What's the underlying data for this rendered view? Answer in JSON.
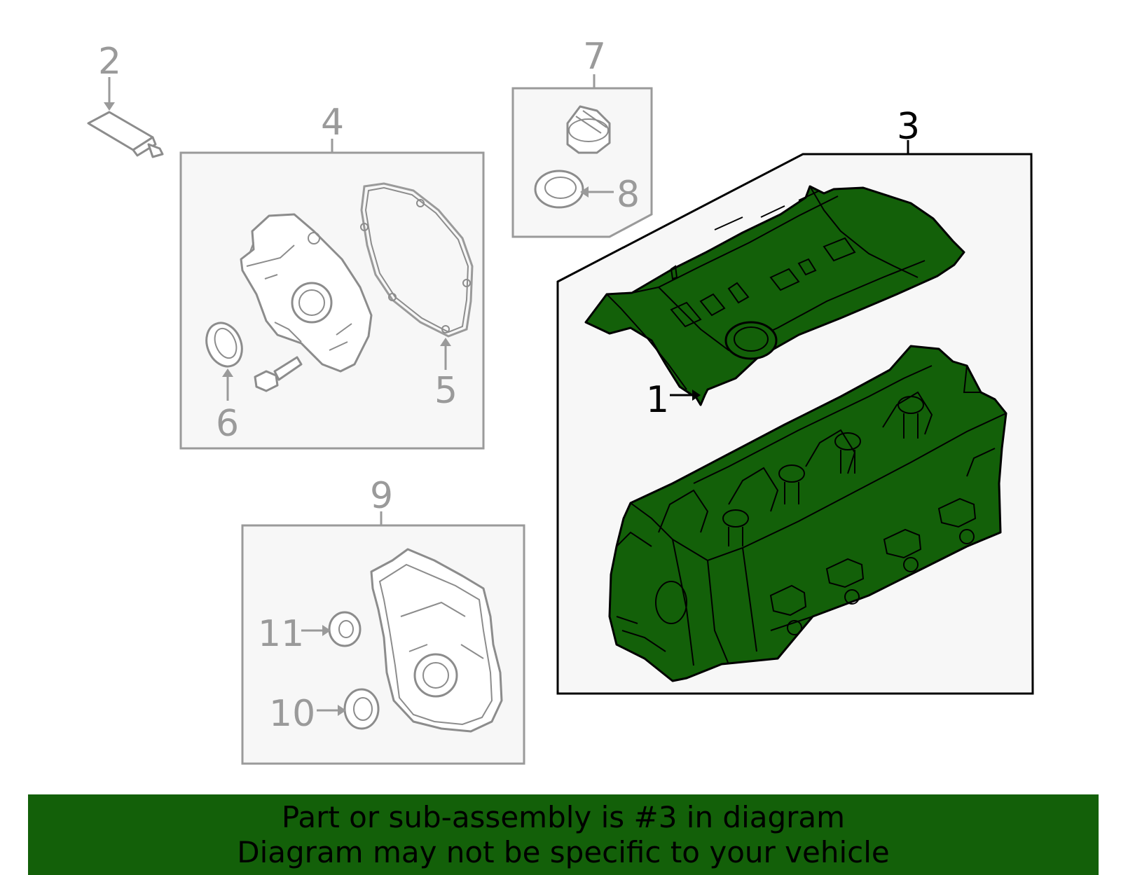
{
  "callouts": {
    "c1": "1",
    "c2": "2",
    "c3": "3",
    "c4": "4",
    "c5": "5",
    "c6": "6",
    "c7": "7",
    "c8": "8",
    "c9": "9",
    "c10": "10",
    "c11": "11"
  },
  "banner": {
    "line1": "Part or sub-assembly is #3 in diagram",
    "line2": "Diagram may not be specific to your vehicle"
  },
  "colors": {
    "highlight": "#136009",
    "outline_grey": "#9a9a9a",
    "box_fill": "#f7f7f7"
  }
}
